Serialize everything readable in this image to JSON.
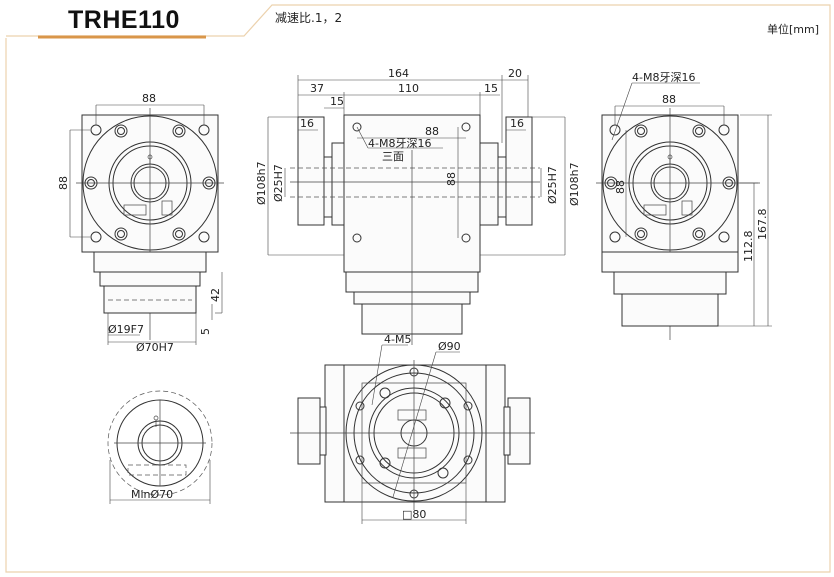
{
  "header": {
    "model": "TRHE110",
    "ratio_text": "减速比.1，2",
    "unit_text": "单位[mm]"
  },
  "colors": {
    "accent": "#d9964a",
    "frame_line": "#e8c9a0",
    "drawing_line": "#333333"
  },
  "front_view_left": {
    "dim_width": "88",
    "dim_height": "88",
    "dim_height_42": "42",
    "dim_5": "5",
    "dia_19": "Ø19F7",
    "dia_70": "Ø70H7"
  },
  "side_view_center": {
    "dim_total": "164",
    "dim_20": "20",
    "dim_37": "37",
    "dim_110": "110",
    "dim_15_right": "15",
    "dim_15_left": "15",
    "dim_16_left": "16",
    "dim_16_right": "16",
    "dim_88_h": "88",
    "dim_88_v": "88",
    "thread_note": "4-M8牙深16",
    "thread_note_2": "三面",
    "dia_108_left": "Ø108h7",
    "dia_25_left": "Ø25H7",
    "dia_25_right": "Ø25H7",
    "dia_108_right": "Ø108h7"
  },
  "front_view_right": {
    "thread_note": "4-M8牙深16",
    "dim_88_h": "88",
    "dim_88_v": "88",
    "dim_112_8": "112.8",
    "dim_167_8": "167.8"
  },
  "bottom_view": {
    "thread_note": "4-M5",
    "dia_90": "Ø90",
    "square_80": "□80"
  },
  "shaft_view": {
    "min_dia": "MinØ70"
  }
}
